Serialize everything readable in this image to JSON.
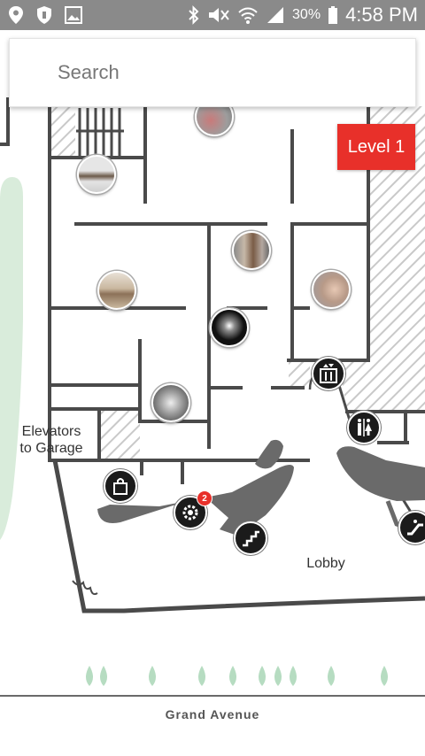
{
  "search": {
    "placeholder": "Search",
    "value": ""
  },
  "status_bar": {
    "battery": "30%",
    "time": "4:58 PM"
  },
  "map": {
    "level": "Level 1",
    "elevators_label_1": "Elevators",
    "elevators_label_2": "to Garage",
    "lobby_label": "Lobby",
    "street_label": "Grand Avenue",
    "notification_count": "2"
  },
  "colors": {
    "level_badge": "#e8302a",
    "walls": "#4a4a4a",
    "stairs_fill": "#666666",
    "park": "#d9ecdb",
    "poi_background": "#1b1b1b"
  },
  "icons": [
    "location-icon",
    "shield-icon",
    "image-icon",
    "bluetooth-icon",
    "mute-icon",
    "wifi-icon",
    "signal-icon",
    "battery-icon",
    "elevator-icon",
    "restroom-icon",
    "shop-icon",
    "settings-gear-icon",
    "stairs-icon",
    "escalator-icon",
    "tree-icon"
  ]
}
